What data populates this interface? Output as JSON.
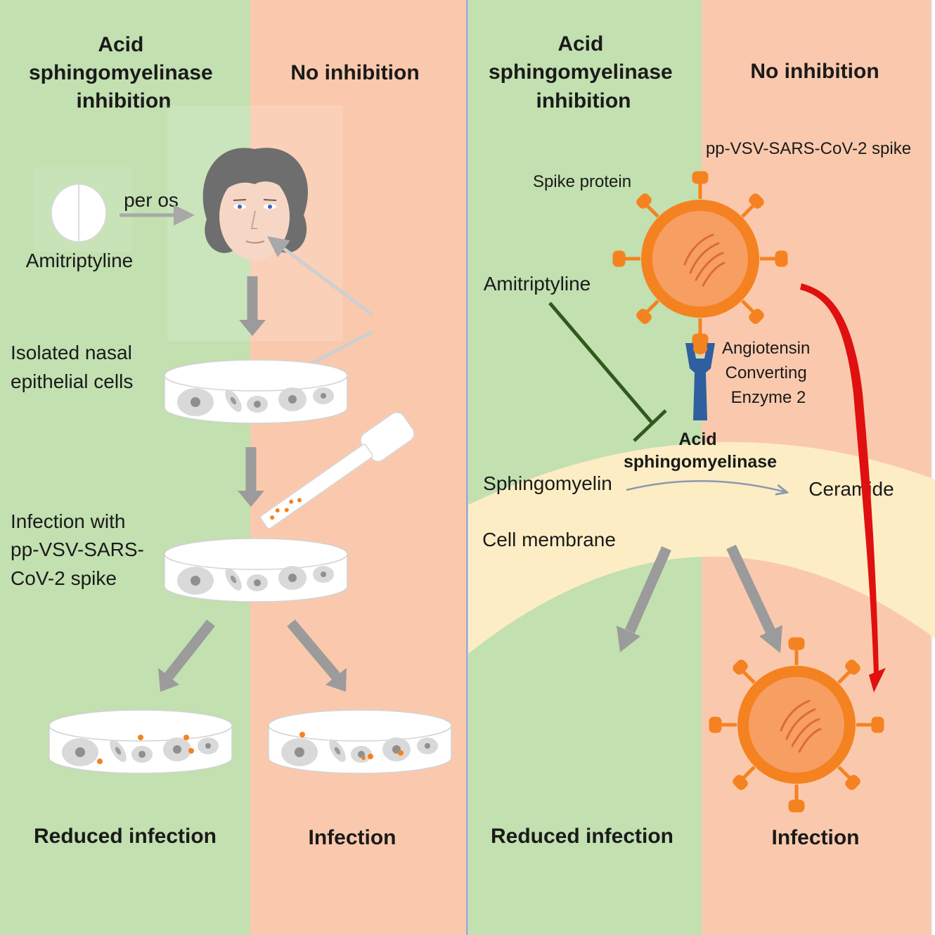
{
  "left_panel": {
    "header_inhibition": [
      "Acid",
      "sphingomyelinase",
      "inhibition"
    ],
    "header_no_inhibition": "No inhibition",
    "drug_name": "Amitriptyline",
    "route": "per os",
    "step_isolated": [
      "Isolated nasal",
      "epithelial cells"
    ],
    "step_infection": [
      "Infection with",
      "pp-VSV-SARS-",
      "CoV-2 spike"
    ],
    "outcome_reduced": "Reduced infection",
    "outcome_infection": "Infection"
  },
  "right_panel": {
    "header_inhibition": [
      "Acid",
      "sphingomyelinase",
      "inhibition"
    ],
    "header_no_inhibition": "No inhibition",
    "virus_label": "pp-VSV-SARS-CoV-2 spike",
    "spike_label": "Spike protein",
    "drug_name": "Amitriptyline",
    "receptor_label": [
      "Angiotensin",
      "Converting",
      "Enzyme 2"
    ],
    "enzyme_label": [
      "Acid",
      "sphingomyelinase"
    ],
    "substrate": "Sphingomyelin",
    "product": "Ceramide",
    "membrane_label": "Cell membrane",
    "outcome_reduced": "Reduced infection",
    "outcome_infection": "Infection"
  },
  "colors": {
    "green_bg": "#c2e0b0",
    "salmon_bg": "#fac9ad",
    "membrane": "#fdedc4",
    "virus_orange": "#f58220",
    "receptor_blue": "#2f5f9e",
    "inhibitor_green": "#2f5a1c",
    "feedback_red": "#e01010",
    "arrow_grey": "#9b9b9b"
  }
}
